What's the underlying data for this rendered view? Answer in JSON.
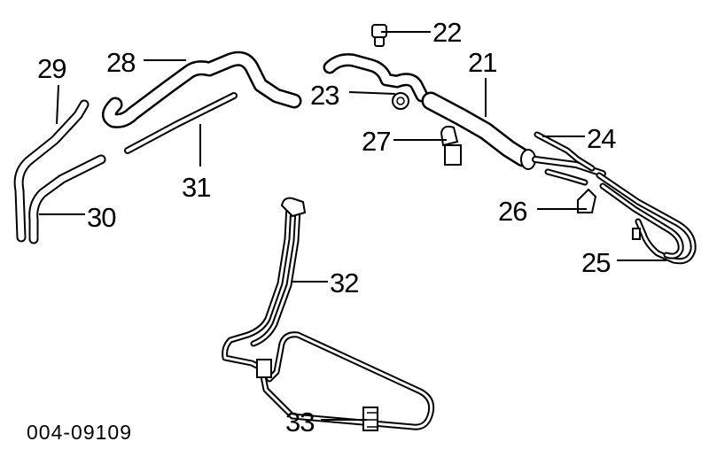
{
  "diagram": {
    "part_labels": {
      "p21": "21",
      "p22": "22",
      "p23": "23",
      "p24": "24",
      "p25": "25",
      "p26": "26",
      "p27": "27",
      "p28": "28",
      "p29": "29",
      "p30": "30",
      "p31": "31",
      "p32": "32",
      "p33": "33"
    },
    "drawing_code": "004-09109"
  }
}
